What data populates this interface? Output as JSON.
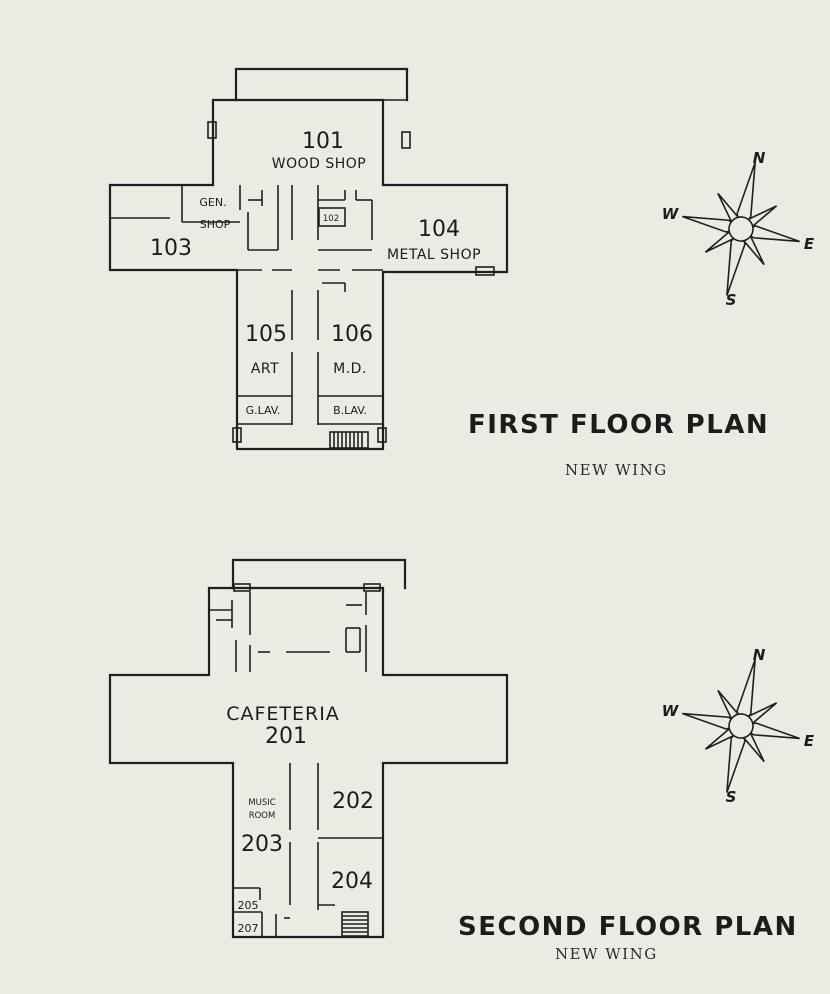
{
  "first_floor": {
    "title": "FIRST FLOOR PLAN",
    "subtitle": "NEW WING",
    "rooms": {
      "r101_num": "101",
      "r101_name": "WOOD SHOP",
      "gen_line1": "GEN.",
      "gen_line2": "SHOP",
      "r102_num": "102",
      "r103_num": "103",
      "r104_num": "104",
      "r104_name": "METAL SHOP",
      "r105_num": "105",
      "r105_name": "ART",
      "r106_num": "106",
      "r106_name": "M.D.",
      "glav": "G.LAV.",
      "blav": "B.LAV."
    }
  },
  "second_floor": {
    "title": "SECOND FLOOR PLAN",
    "subtitle": "NEW WING",
    "rooms": {
      "r201_name": "CAFETERIA",
      "r201_num": "201",
      "r202_num": "202",
      "r203_line1": "MUSIC",
      "r203_line2": "ROOM",
      "r203_num": "203",
      "r204_num": "204",
      "r205_num": "205",
      "r207_num": "207"
    }
  },
  "compass": {
    "north": "N",
    "south": "S",
    "east": "E",
    "west": "W"
  }
}
